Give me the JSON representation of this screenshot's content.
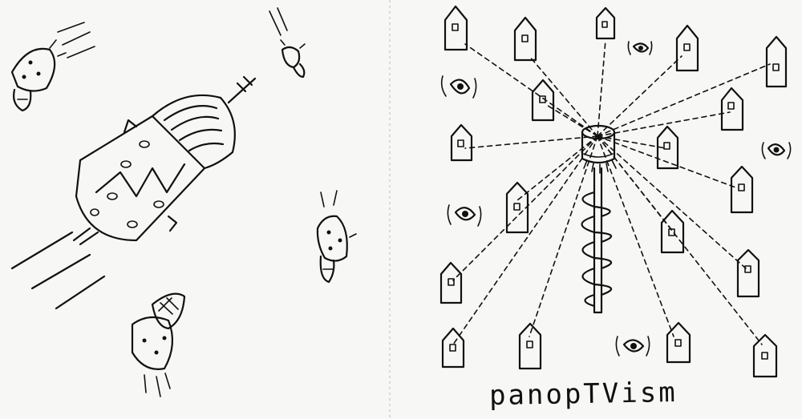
{
  "caption": {
    "text": "panopTVism"
  },
  "colors": {
    "paper": "#f7f7f5",
    "ink": "#111111"
  },
  "panels": [
    {
      "name": "left-panel",
      "subject": "rocket-and-creatures"
    },
    {
      "name": "right-panel",
      "subject": "tower-watching-houses"
    }
  ]
}
